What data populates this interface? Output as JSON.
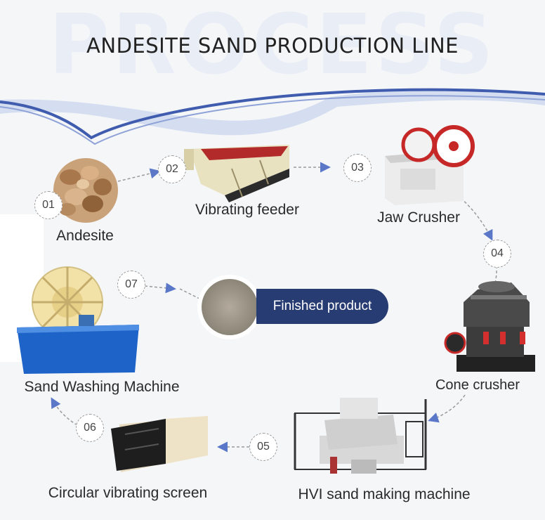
{
  "watermark": "PROCESS",
  "title": "ANDESITE SAND PRODUCTION LINE",
  "steps": [
    {
      "number": "01",
      "label": "Andesite"
    },
    {
      "number": "02",
      "label": "Vibrating feeder"
    },
    {
      "number": "03",
      "label": "Jaw Crusher"
    },
    {
      "number": "04",
      "label": "Cone crusher"
    },
    {
      "number": "05",
      "label": "HVI sand making machine"
    },
    {
      "number": "06",
      "label": "Circular vibrating screen"
    },
    {
      "number": "07",
      "label": "Sand Washing Machine"
    }
  ],
  "finished": "Finished product",
  "colors": {
    "accent": "#273c72",
    "swoosh": "#3f5cae",
    "arrow": "#5b78c8"
  }
}
